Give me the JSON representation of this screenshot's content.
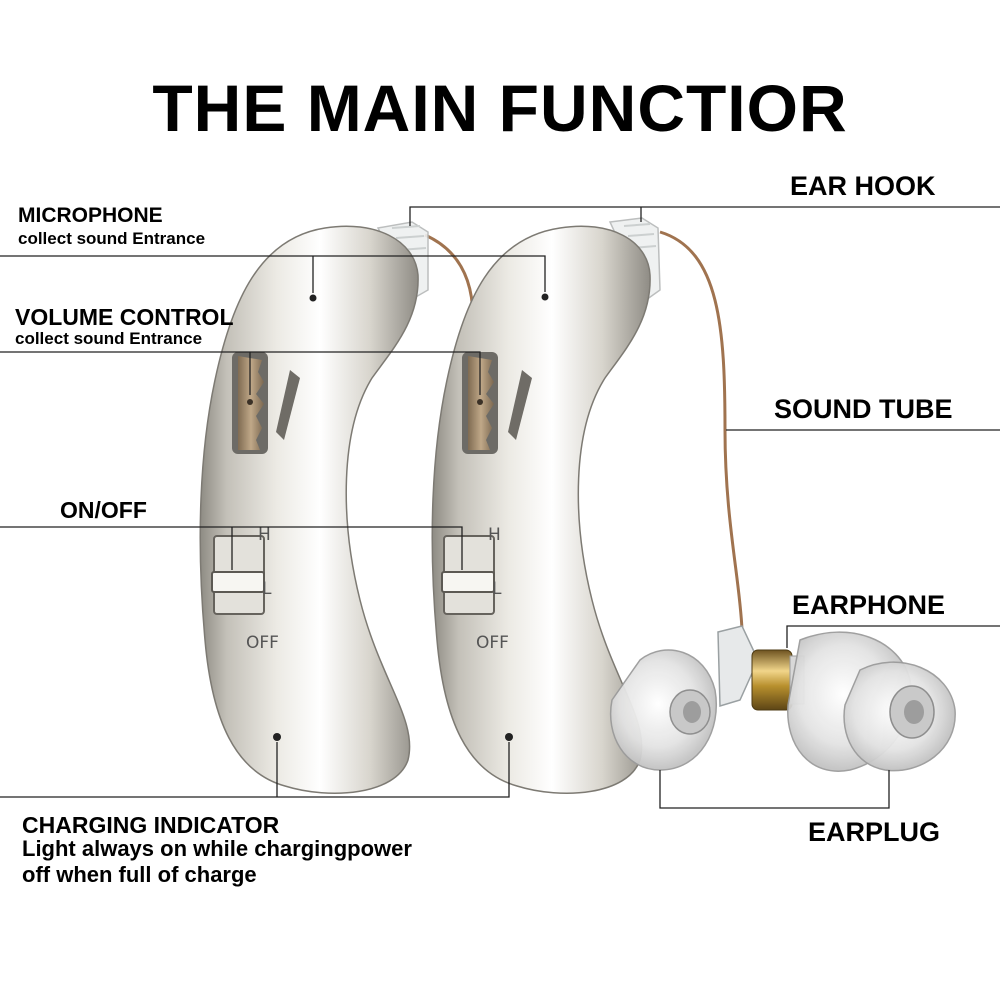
{
  "title": "THE MAIN FUNCTIOR",
  "labels": {
    "microphone": {
      "title": "MICROPHONE",
      "subtitle": "collect sound Entrance"
    },
    "volume_control": {
      "title": "VOLUME CONTROL",
      "subtitle": "collect sound Entrance"
    },
    "on_off": {
      "title": "ON/OFF"
    },
    "charging_indicator": {
      "title": "CHARGING INDICATOR",
      "line1": "Light always on while chargingpower",
      "line2": "off when full of charge"
    },
    "ear_hook": {
      "title": "EAR HOOK"
    },
    "sound_tube": {
      "title": "SOUND TUBE"
    },
    "earphone": {
      "title": "EARPHONE"
    },
    "earplug": {
      "title": "EARPLUG"
    }
  },
  "device_marks": {
    "high": "H",
    "low": "L",
    "off": "OFF"
  },
  "colors": {
    "shell": "#c9c6bd",
    "shell_highlight": "#f4f2ec",
    "volume_wheel": "#a58f70",
    "sound_tube": "#a0734f",
    "earphone_gold": "#c9a24a",
    "leader_line": "#222222"
  },
  "icons": [
    "hearing-aid-device-left",
    "hearing-aid-device-right",
    "earplug-dome",
    "earphone-receiver"
  ]
}
